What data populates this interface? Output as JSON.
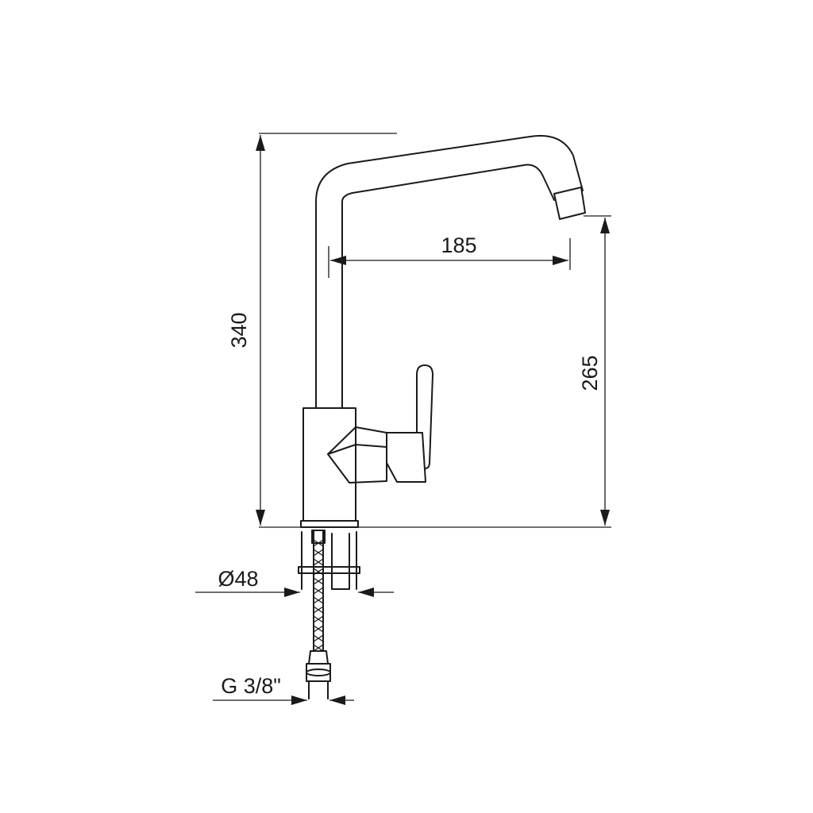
{
  "drawing": {
    "colors": {
      "line": "#1a1a1a",
      "background": "#ffffff"
    },
    "dimensions": {
      "total_height": "340",
      "spout_reach": "185",
      "spout_height": "265",
      "base_diameter": "Ø48",
      "connection_thread": "G 3/8\""
    }
  }
}
